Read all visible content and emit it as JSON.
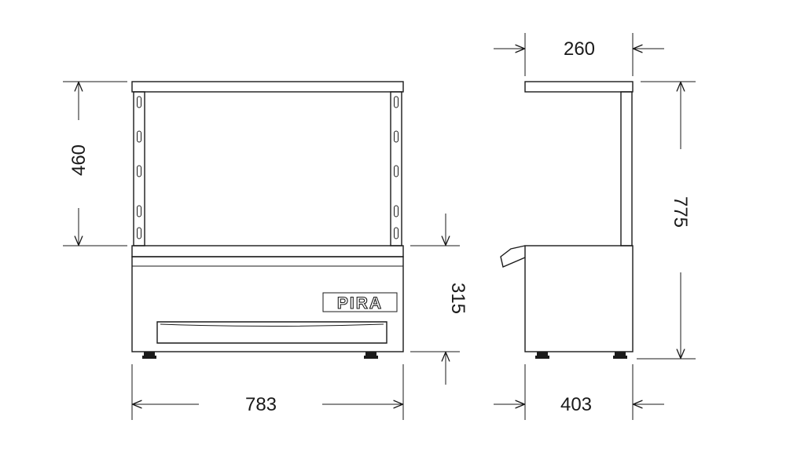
{
  "dimensions": {
    "front_upper_height": "460",
    "front_base_height": "315",
    "front_width": "783",
    "side_top_depth": "260",
    "side_total_height": "775",
    "side_base_depth": "403"
  },
  "logo": {
    "text": "PIRA"
  }
}
